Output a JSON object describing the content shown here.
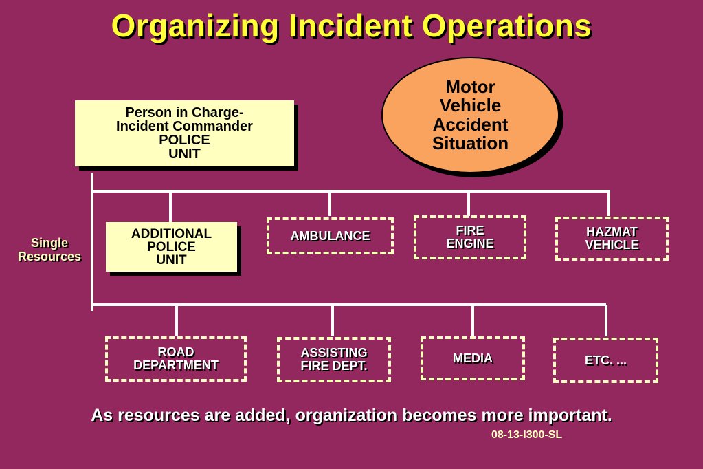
{
  "title": "Organizing Incident Operations",
  "scenario": "Motor\nVehicle\nAccident\nSituation",
  "commander": "Person in Charge-\nIncident Commander\nPOLICE\nUNIT",
  "single_resources_label": "Single\nResources",
  "row1": [
    {
      "label": "ADDITIONAL\nPOLICE\nUNIT"
    },
    {
      "label": "AMBULANCE"
    },
    {
      "label": "FIRE\nENGINE"
    },
    {
      "label": "HAZMAT\nVEHICLE"
    }
  ],
  "row2": [
    {
      "label": "ROAD\nDEPARTMENT"
    },
    {
      "label": "ASSISTING\nFIRE DEPT."
    },
    {
      "label": "MEDIA"
    },
    {
      "label": "ETC. ..."
    }
  ],
  "caption": "As resources are added, organization becomes more important.",
  "slide_code": "08-13-I300-SL",
  "colors": {
    "background": "#93285e",
    "title": "#ffff33",
    "box_fill": "#ffffc0",
    "ellipse_fill": "#f9a35f",
    "connector": "#ffffff"
  }
}
